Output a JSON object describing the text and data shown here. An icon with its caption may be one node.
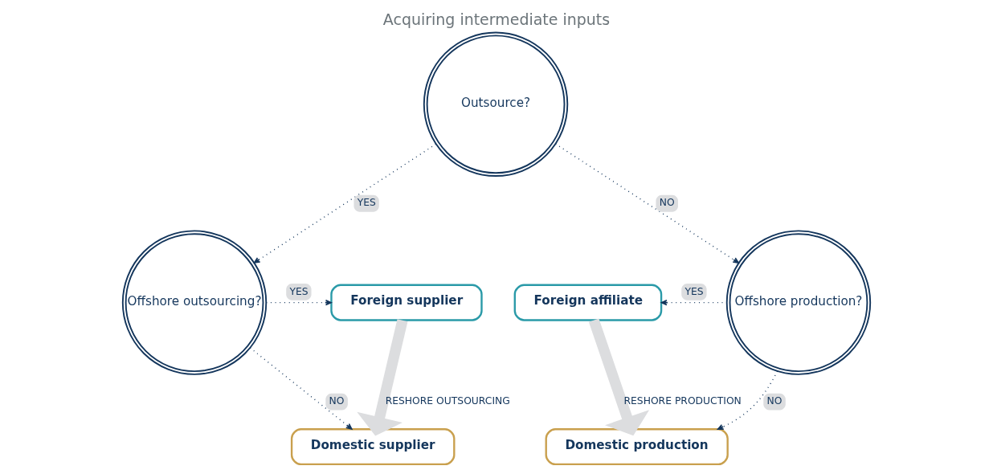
{
  "diagram": {
    "title": "Acquiring intermediate inputs",
    "nodes": [
      {
        "text": [
          "Outsource?"
        ]
      },
      {
        "text": [
          "Offshore production?"
        ]
      },
      {
        "text": [
          "Offshore outsourcing?"
        ]
      },
      {
        "text": [
          "Foreign affiliate"
        ]
      },
      {
        "text": [
          "Domestic production"
        ]
      },
      {
        "text": [
          "Foreign supplier"
        ]
      },
      {
        "text": [
          "Domestic supplier"
        ]
      }
    ],
    "edges": [
      {
        "from": 0,
        "to": 1,
        "arrow": "to",
        "label": "NO",
        "style": "dashed"
      },
      {
        "from": 0,
        "to": 2,
        "arrow": "to",
        "label": "YES",
        "style": "dashed"
      },
      {
        "from": 1,
        "to": 3,
        "arrow": "to",
        "label": "YES",
        "style": "dashed"
      },
      {
        "from": 1,
        "to": 4,
        "arrow": "to",
        "label": "NO",
        "style": "dashed"
      },
      {
        "from": 2,
        "to": 5,
        "arrow": "to",
        "label": "YES",
        "style": "dashed"
      },
      {
        "from": 2,
        "to": 6,
        "arrow": "to",
        "label": "NO",
        "style": "dashed"
      },
      {
        "from": 3,
        "to": 4,
        "arrow": "to",
        "label": "RESHORE PRODUCTION",
        "style": "thick",
        "color": "#dcdddf"
      },
      {
        "from": 5,
        "to": 6,
        "arrow": "to",
        "label": "RESHORE OUTSOURCING",
        "style": "thick",
        "color": "#dcdddf"
      }
    ]
  }
}
